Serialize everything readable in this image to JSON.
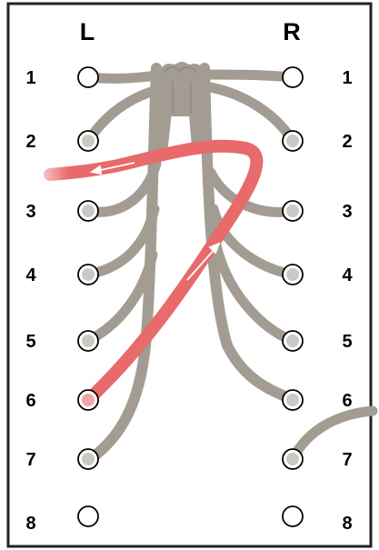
{
  "columns": {
    "left": "L",
    "right": "R"
  },
  "rows": {
    "left": [
      "1",
      "2",
      "3",
      "4",
      "5",
      "6",
      "7",
      "8"
    ],
    "right": [
      "1",
      "2",
      "3",
      "4",
      "5",
      "6",
      "7",
      "8"
    ]
  },
  "colors": {
    "lace_gray": "#a39c93",
    "lace_red": "#e86a6a",
    "arrow": "#ffffff",
    "eyelet_stroke": "#000000",
    "panel_border": "#222222"
  },
  "icons": {
    "eyelet": "eyelet-circle-icon",
    "knot": "knot-icon",
    "arrow": "direction-arrow-icon"
  }
}
